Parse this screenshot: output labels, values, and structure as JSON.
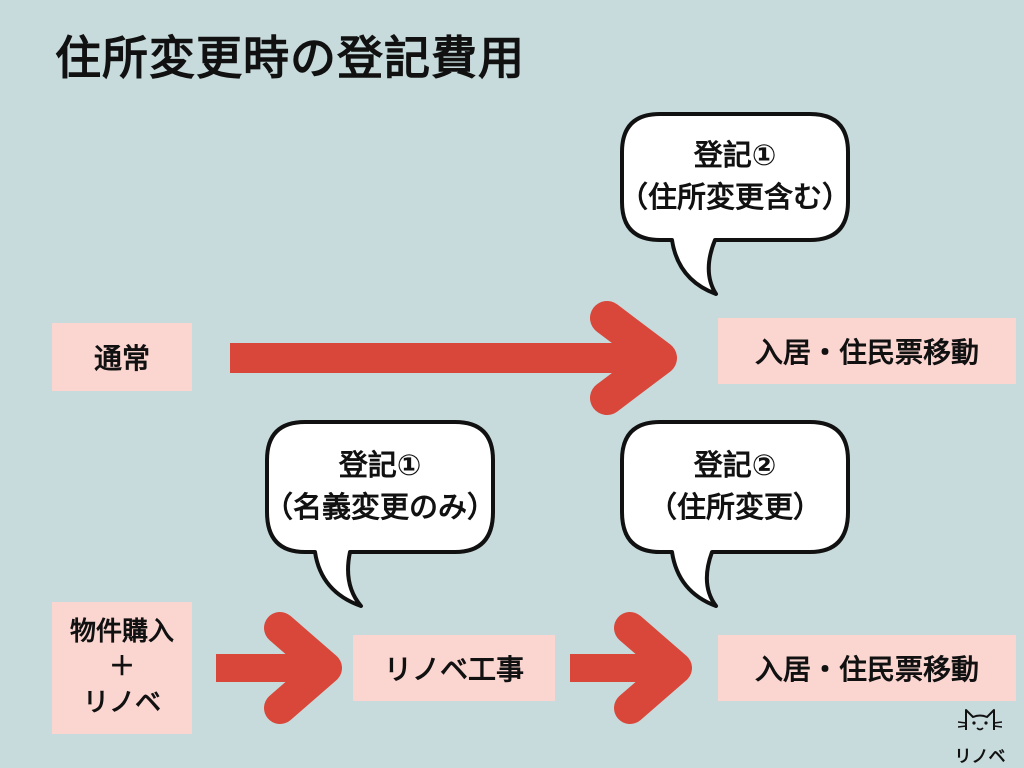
{
  "title": "住所変更時の登記費用",
  "nodes": {
    "normal": "通常",
    "move_in_top": "入居・住民票移動",
    "purchase_lines": [
      "物件購入",
      "＋",
      "リノベ"
    ],
    "renovation": "リノベ工事",
    "move_in_bottom": "入居・住民票移動"
  },
  "bubbles": {
    "top_right": [
      "登記①",
      "（住所変更含む）"
    ],
    "bottom_left": [
      "登記①",
      "（名義変更のみ）"
    ],
    "bottom_right": [
      "登記②",
      "（住所変更）"
    ]
  },
  "logo": {
    "text": "リノベ"
  },
  "colors": {
    "background": "#c8dbdc",
    "box": "#fbd6d1",
    "arrow": "#d9473a",
    "bubble_fill": "#ffffff",
    "outline": "#111111"
  }
}
